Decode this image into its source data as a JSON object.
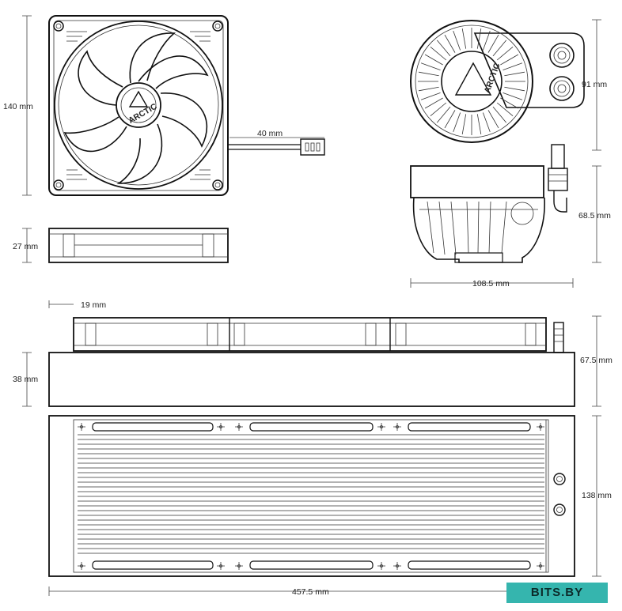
{
  "fan": {
    "logo_text": "ARCTIC",
    "dim_height": "140 mm",
    "dim_cable": "40 mm",
    "dim_thickness": "27 mm"
  },
  "pump": {
    "logo_text": "ARCTIC",
    "dim_top_height": "91 mm",
    "dim_side_height": "68.5 mm",
    "dim_width": "108.5 mm"
  },
  "radiator": {
    "dim_fan_offset": "19 mm",
    "dim_thickness": "38 mm",
    "dim_total_thickness": "67.5 mm",
    "dim_height": "138 mm",
    "dim_length": "457.5 mm"
  },
  "watermark": {
    "text": "BITS.BY"
  },
  "colors": {
    "line": "#111111",
    "watermark_bg": "#35b5ae"
  }
}
